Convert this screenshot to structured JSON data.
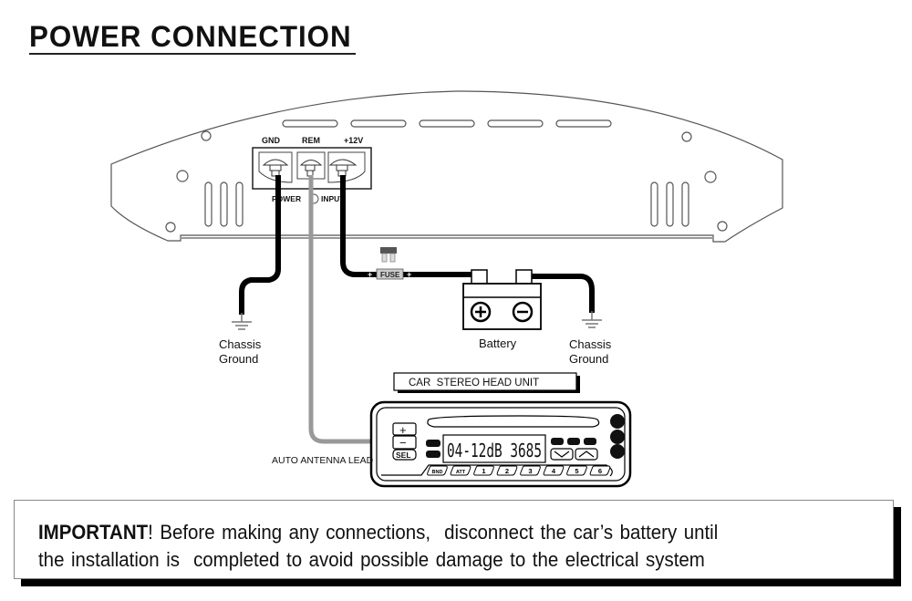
{
  "title": "POWER CONNECTION",
  "amplifier": {
    "terminals": [
      "GND",
      "REM",
      "+12V"
    ],
    "indicator_left": "POWER",
    "indicator_right": "INPUT"
  },
  "fuse": {
    "label": "FUSE",
    "left_polarity": "+",
    "right_polarity": "+"
  },
  "battery": {
    "label": "Battery",
    "positive_symbol": "+",
    "negative_symbol": "−"
  },
  "grounds": [
    {
      "line1": "Chassis",
      "line2": "Ground"
    },
    {
      "line1": "Chassis",
      "line2": "Ground"
    }
  ],
  "head_unit": {
    "label": "CAR  STEREO HEAD UNIT",
    "display": "04-12dB 3685",
    "left_buttons": [
      "+",
      "−",
      "SEL"
    ],
    "preset_buttons": [
      "BND",
      "ATT",
      "1",
      "2",
      "3",
      "4",
      "5",
      "6"
    ]
  },
  "antenna_lead_label": "AUTO ANTENNA LEAD",
  "notice": {
    "emphasis": "IMPORTANT",
    "exclamation": "!",
    "text_line1": " Before making any connections,  disconnect the car’s battery until",
    "text_line2": "the installation is  completed to avoid possible damage to the electrical system"
  }
}
